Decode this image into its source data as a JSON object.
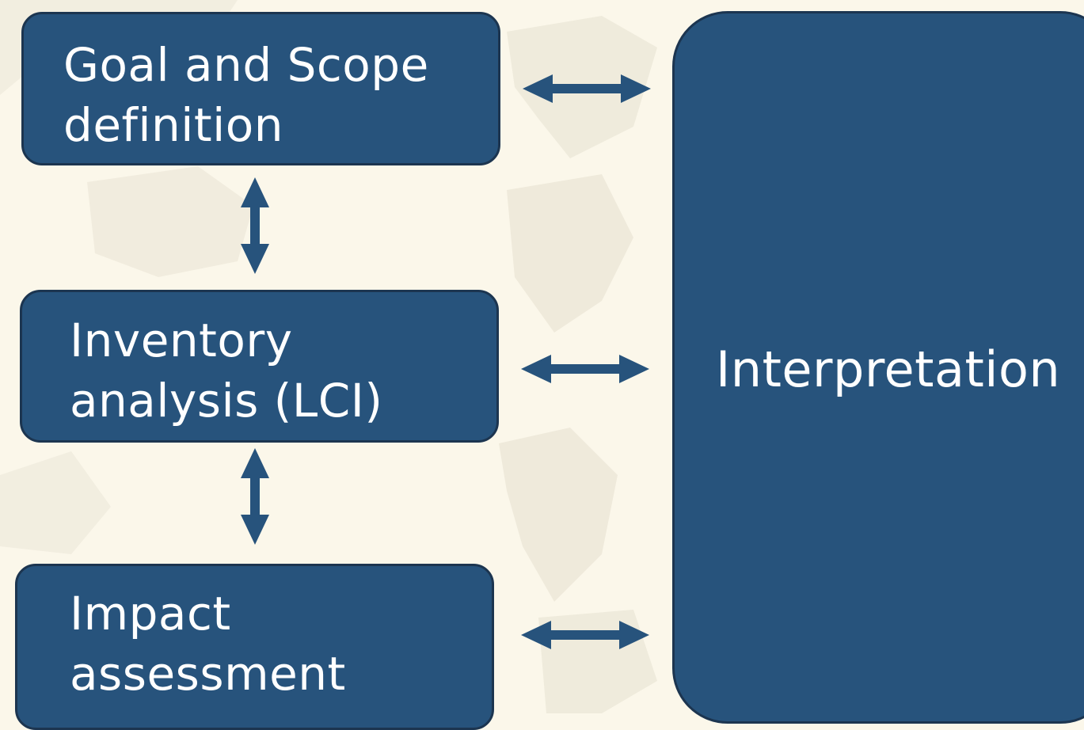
{
  "diagram": {
    "boxes": {
      "goal": {
        "line1": "Goal and Scope",
        "line2": "definition"
      },
      "inventory": {
        "line1": "Inventory",
        "line2": "analysis (LCI)"
      },
      "impact": {
        "line1": "Impact",
        "line2": "assessment"
      },
      "interpretation": {
        "label": "Interpretation"
      }
    },
    "colors": {
      "box_fill": "#27537c",
      "box_border": "#1c3550",
      "arrow": "#27537c",
      "background": "#fbf7ea",
      "text": "#ffffff"
    },
    "icons": [
      "double-arrow-horizontal-icon",
      "double-arrow-vertical-icon"
    ]
  }
}
